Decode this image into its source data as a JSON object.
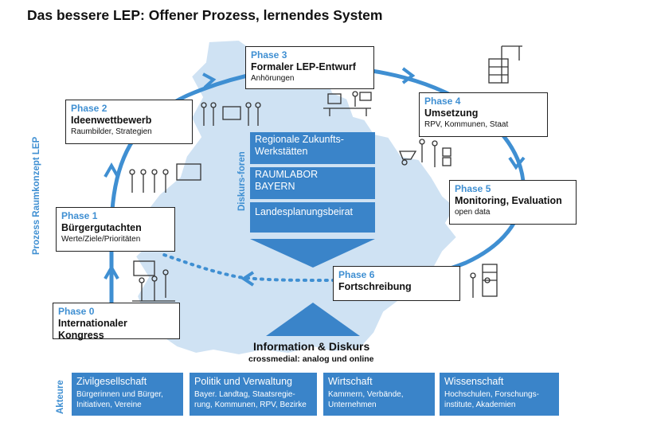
{
  "title": "Das bessere LEP: Offener Prozess, lernendes System",
  "side_label": "Prozess Raumkonzept LEP",
  "forum_label": "Diskurs-foren",
  "actors_label": "Akteure",
  "phases": [
    {
      "num": "Phase 0",
      "name": "Internationaler Kongress",
      "sub": ""
    },
    {
      "num": "Phase 1",
      "name": "Bürgergutachten",
      "sub": "Werte/Ziele/Prioritäten"
    },
    {
      "num": "Phase 2",
      "name": "Ideenwettbewerb",
      "sub": "Raumbilder, Strategien"
    },
    {
      "num": "Phase 3",
      "name": "Formaler LEP-Entwurf",
      "sub": "Anhörungen"
    },
    {
      "num": "Phase 4",
      "name": "Umsetzung",
      "sub": "RPV, Kommunen, Staat"
    },
    {
      "num": "Phase 5",
      "name": "Monitoring, Evaluation",
      "sub": "open data"
    },
    {
      "num": "Phase 6",
      "name": "Fortschreibung",
      "sub": ""
    }
  ],
  "forums": [
    {
      "line1": "Regionale Zukunfts-",
      "line2": "Werkstätten"
    },
    {
      "line1": "RAUMLABOR",
      "line2": "BAYERN"
    },
    {
      "line1": "Landesplanungsbeirat",
      "line2": ""
    }
  ],
  "info": {
    "title": "Information & Diskurs",
    "sub": "crossmedial: analog und online"
  },
  "actors": [
    {
      "name": "Zivilgesellschaft",
      "line1": "Bürgerinnen und Bürger,",
      "line2": "Initiativen, Vereine"
    },
    {
      "name": "Politik und Verwaltung",
      "line1": "Bayer. Landtag, Staatsregie-",
      "line2": "rung, Kommunen, RPV, Bezirke"
    },
    {
      "name": "Wirtschaft",
      "line1": "Kammern, Verbände,",
      "line2": "Unternehmen"
    },
    {
      "name": "Wissenschaft",
      "line1": "Hochschulen, Forschungs-",
      "line2": "institute, Akademien"
    }
  ],
  "colors": {
    "accent": "#3f8fd2",
    "box_fill": "#3a84c9",
    "map_fill": "#cfe2f3"
  },
  "icons": [
    "people-meeting-icon",
    "office-desk-icon",
    "construction-site-icon",
    "worker-wheelbarrow-icon",
    "people-building-icon",
    "presentation-icon"
  ]
}
